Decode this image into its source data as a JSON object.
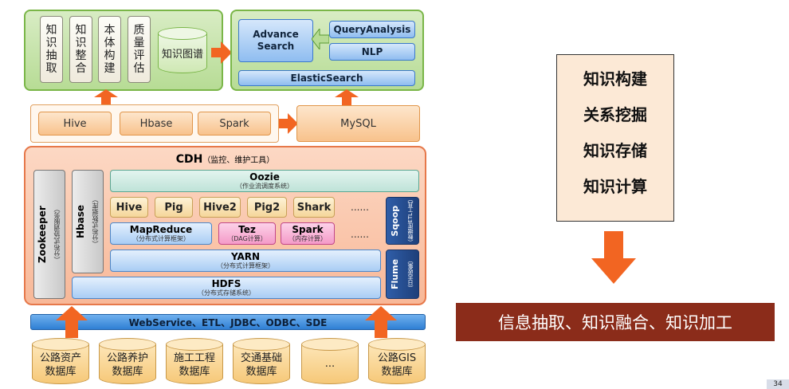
{
  "top_left": {
    "items": [
      "知识抽取",
      "知识整合",
      "本体构建",
      "质量评估"
    ],
    "graph_store": "知识图谱"
  },
  "top_right": {
    "advance_search": "Advance Search",
    "query_analysis": "QueryAnalysis",
    "nlp": "NLP",
    "elasticsearch": "ElasticSearch"
  },
  "storage_row": {
    "items": [
      "Hive",
      "Hbase",
      "Spark"
    ],
    "mysql": "MySQL"
  },
  "cdh": {
    "title": "CDH",
    "title_sub": "（监控、维护工具）",
    "zookeeper": "Zookeeper",
    "zookeeper_sub": "（分布式协调服务）",
    "hbase": "Hbase",
    "hbase_sub": "（分布式数据库）",
    "oozie": "Oozie",
    "oozie_sub": "（作业流调度系统）",
    "tools": [
      "Hive",
      "Pig",
      "Hive2",
      "Pig2",
      "Shark"
    ],
    "tools_more": "......",
    "mapreduce": "MapReduce",
    "mapreduce_sub": "（分布式计算框架）",
    "tez": "Tez",
    "tez_sub": "（DAG计算）",
    "spark": "Spark",
    "spark_sub": "（内存计算）",
    "engines_more": "......",
    "yarn": "YARN",
    "yarn_sub": "（分布式计算框架）",
    "hdfs": "HDFS",
    "hdfs_sub": "（分布式存储系统）",
    "sqoop": "Sqoop",
    "sqoop_sub": "（数据库ETL工具）",
    "flume": "Flume",
    "flume_sub": "（日志收集）"
  },
  "integration_bar": "WebService、ETL、JDBC、ODBC、SDE",
  "databases": [
    {
      "line1": "公路资产",
      "line2": "数据库"
    },
    {
      "line1": "公路养护",
      "line2": "数据库"
    },
    {
      "line1": "施工工程",
      "line2": "数据库"
    },
    {
      "line1": "交通基础",
      "line2": "数据库"
    },
    {
      "line1": "...",
      "line2": ""
    },
    {
      "line1": "公路GIS",
      "line2": "数据库"
    }
  ],
  "right_panel": {
    "lines": [
      "知识构建",
      "关系挖掘",
      "知识存储",
      "知识计算"
    ]
  },
  "bottom_banner": "信息抽取、知识融合、知识加工",
  "page_number": "34",
  "colors": {
    "arrow": "#f26522",
    "banner": "#8b2c1a",
    "green_panel": "#b7dc95",
    "cdh_panel": "#f8b898"
  }
}
